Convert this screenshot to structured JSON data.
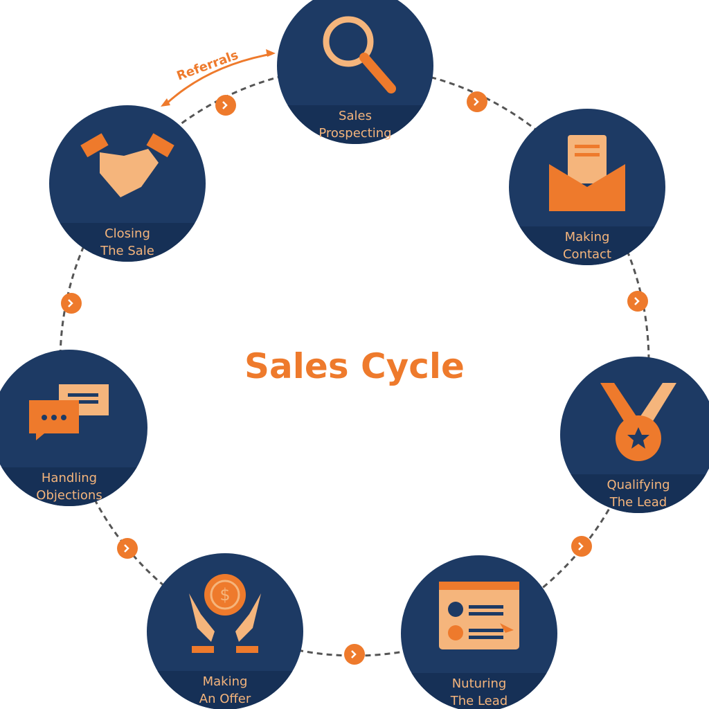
{
  "title": "Sales Cycle",
  "referrals_label": "Referrals",
  "colors": {
    "navy": "#1d3a64",
    "band": "#163056",
    "orange": "#ee7a2c",
    "light": "#f5b57c",
    "dash": "#555555"
  },
  "stages": [
    {
      "icon": "magnifier-icon",
      "line1": "Sales",
      "line2": "Prospecting"
    },
    {
      "icon": "envelope-icon",
      "line1": "Making",
      "line2": "Contact"
    },
    {
      "icon": "medal-icon",
      "line1": "Qualifying",
      "line2": "The Lead"
    },
    {
      "icon": "webpage-icon",
      "line1": "Nuturing",
      "line2": "The Lead"
    },
    {
      "icon": "hands-coin-icon",
      "line1": "Making",
      "line2": "An Offer"
    },
    {
      "icon": "chat-bubbles-icon",
      "line1": "Handling",
      "line2": "Objections"
    },
    {
      "icon": "handshake-icon",
      "line1": "Closing",
      "line2": "The Sale"
    }
  ]
}
